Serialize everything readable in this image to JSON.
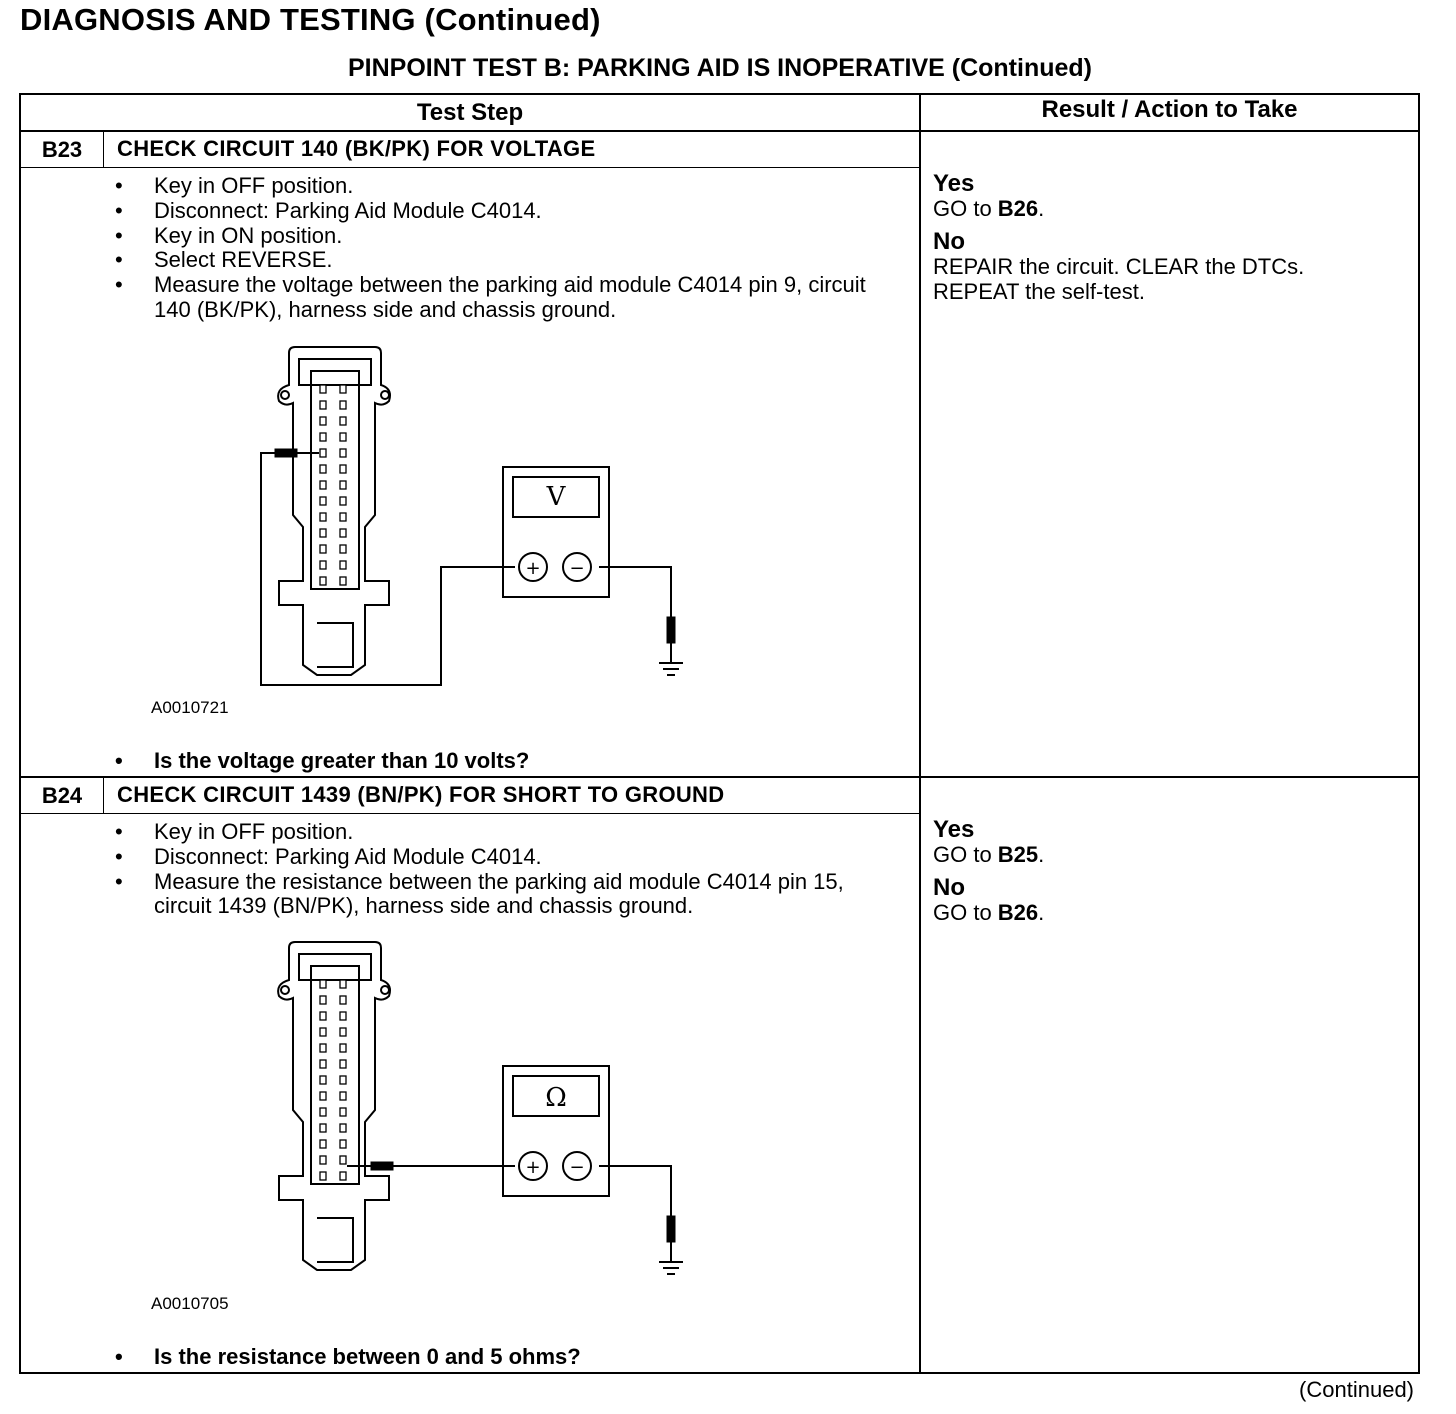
{
  "page_heading": "DIAGNOSIS AND TESTING (Continued)",
  "test_title": "PINPOINT TEST  B: PARKING AID IS INOPERATIVE (Continued)",
  "columns": {
    "test_step": "Test Step",
    "result_action": "Result / Action to Take"
  },
  "steps": [
    {
      "id": "B23",
      "title": "CHECK CIRCUIT 140 (BK/PK) FOR VOLTAGE",
      "bullets": [
        "Key in OFF position.",
        "Disconnect: Parking Aid Module C4014.",
        "Key in ON position.",
        "Select REVERSE.",
        "Measure the voltage between the parking aid module C4014 pin 9, circuit 140 (BK/PK), harness side and chassis ground."
      ],
      "figure_id": "A0010721",
      "meter_symbol": "V",
      "meter_plus": "+",
      "meter_minus": "−",
      "question": "Is the voltage greater than 10 volts?",
      "results": {
        "yes_label": "Yes",
        "yes_prefix": "GO to ",
        "yes_target": "B26",
        "yes_suffix": ".",
        "no_label": "No",
        "no_line1": "REPAIR the circuit. CLEAR the DTCs.",
        "no_line2": "REPEAT the self-test."
      }
    },
    {
      "id": "B24",
      "title": "CHECK CIRCUIT 1439 (BN/PK) FOR SHORT TO GROUND",
      "bullets": [
        "Key in OFF position.",
        "Disconnect: Parking Aid Module C4014.",
        "Measure the resistance between the parking aid module C4014 pin 15, circuit 1439 (BN/PK), harness side and chassis ground."
      ],
      "figure_id": "A0010705",
      "meter_symbol": "Ω",
      "meter_plus": "+",
      "meter_minus": "−",
      "question": "Is the resistance between 0 and 5 ohms?",
      "results": {
        "yes_label": "Yes",
        "yes_prefix": "GO to ",
        "yes_target": "B25",
        "yes_suffix": ".",
        "no_label": "No",
        "no_prefix": "GO to ",
        "no_target": "B26",
        "no_suffix": "."
      }
    }
  ],
  "footer": "(Continued)"
}
